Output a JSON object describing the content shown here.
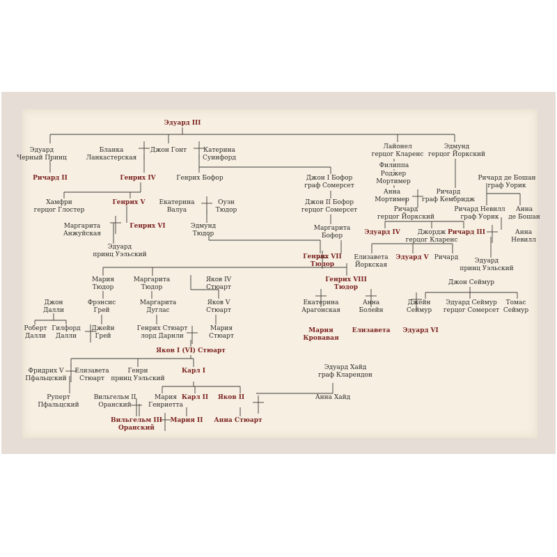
{
  "colors": {
    "paper": "#f6efe2",
    "frame": "#e6ddd6",
    "text": "#2c2a28",
    "royal": "#7a1f1c",
    "line": "#3a3836"
  },
  "people": {
    "edward3": {
      "lines": [
        "Эдуард III"
      ],
      "royal": true
    },
    "edward_bp": {
      "lines": [
        "Эдуард",
        "Черный Принц"
      ]
    },
    "blanche": {
      "lines": [
        "Бланка",
        "Ланкастерская"
      ]
    },
    "john_gaunt": {
      "lines": [
        "Джон Гонт"
      ]
    },
    "katherine_sw": {
      "lines": [
        "Катерина",
        "Суинфорд"
      ]
    },
    "lionel": {
      "lines": [
        "Лайонел",
        "герцог Кларенс"
      ]
    },
    "edmund_york": {
      "lines": [
        "Эдмунд",
        "герцог Йоркский"
      ]
    },
    "richard2": {
      "lines": [
        "Ричард II"
      ],
      "royal": true
    },
    "henry4": {
      "lines": [
        "Генрих IV"
      ],
      "royal": true
    },
    "henry_beaufort": {
      "lines": [
        "Генрих Бофор"
      ]
    },
    "john1_beaufort": {
      "lines": [
        "Джон I Бофор",
        "граф Сомерсет"
      ]
    },
    "philippa": {
      "lines": [
        "Филиппа"
      ]
    },
    "roger_mortimer": {
      "lines": [
        "Роджер",
        "Мортимер"
      ]
    },
    "anne_mortimer": {
      "lines": [
        "Анна",
        "Мортимер"
      ]
    },
    "richard_camb": {
      "lines": [
        "Ричард",
        "граф Кембридж"
      ]
    },
    "richard_bochamp": {
      "lines": [
        "Ричард де Бошан",
        "граф Уорик"
      ]
    },
    "humphrey": {
      "lines": [
        "Хамфри",
        "герцог Глостер"
      ]
    },
    "henry5": {
      "lines": [
        "Генрих V"
      ],
      "royal": true
    },
    "catherine_valois": {
      "lines": [
        "Екатерина",
        "Валуа"
      ]
    },
    "owen_tudor": {
      "lines": [
        "Оуэн",
        "Тюдор"
      ]
    },
    "john2_beaufort": {
      "lines": [
        "Джон II Бофор",
        "герцог Сомерсет"
      ]
    },
    "richard_york": {
      "lines": [
        "Ричард",
        "герцог Йоркский"
      ]
    },
    "richard_neville": {
      "lines": [
        "Ричард Невилл",
        "граф Уорик"
      ]
    },
    "anne_bochamp": {
      "lines": [
        "Анна",
        "де Бошан"
      ]
    },
    "margaret_anjou": {
      "lines": [
        "Маргарита",
        "Анжуйская"
      ]
    },
    "henry6": {
      "lines": [
        "Генрих VI"
      ],
      "royal": true
    },
    "edmund_tudor": {
      "lines": [
        "Эдмунд",
        "Тюдор"
      ]
    },
    "margaret_beaufort": {
      "lines": [
        "Маргарита",
        "Бофор"
      ]
    },
    "edward4": {
      "lines": [
        "Эдуард IV"
      ],
      "royal": true
    },
    "george_clarence": {
      "lines": [
        "Джордж",
        "герцог Кларенс"
      ]
    },
    "richard3": {
      "lines": [
        "Ричард III"
      ],
      "royal": true
    },
    "anne_neville": {
      "lines": [
        "Анна",
        "Невилл"
      ]
    },
    "edward_pw1": {
      "lines": [
        "Эдуард",
        "принц Уэльский"
      ]
    },
    "henry7": {
      "lines": [
        "Генрих VII",
        "Тюдор"
      ],
      "royal": true
    },
    "elizabeth_york": {
      "lines": [
        "Елизавета",
        "Йоркская"
      ]
    },
    "edward5": {
      "lines": [
        "Эдуард V"
      ],
      "royal": true
    },
    "richard_son": {
      "lines": [
        "Ричард"
      ]
    },
    "edward_pw2": {
      "lines": [
        "Эдуард",
        "принц Уэльский"
      ]
    },
    "margaret_tudor1": {
      "lines": [
        "Мария",
        "Тюдор"
      ]
    },
    "margaret_tudor2": {
      "lines": [
        "Маргарита",
        "Тюдор"
      ]
    },
    "james4": {
      "lines": [
        "Яков IV",
        "Стюарт"
      ]
    },
    "henry8": {
      "lines": [
        "Генрих VIII",
        "Тюдор"
      ],
      "royal": true
    },
    "john_seymour": {
      "lines": [
        "Джон Сеймур"
      ]
    },
    "john_dudley": {
      "lines": [
        "Джон",
        "Далли"
      ]
    },
    "frances_grey": {
      "lines": [
        "Фрэнсис",
        "Грей"
      ]
    },
    "margaret_douglas": {
      "lines": [
        "Маргарита",
        "Дуглас"
      ]
    },
    "james5": {
      "lines": [
        "Яков V",
        "Стюарт"
      ]
    },
    "catherine_aragon": {
      "lines": [
        "Екатерина",
        "Арагонская"
      ]
    },
    "anne_boleyn": {
      "lines": [
        "Анна",
        "Болейн"
      ]
    },
    "jane_seymour": {
      "lines": [
        "Джейн",
        "Сеймур"
      ]
    },
    "edward_seymour": {
      "lines": [
        "Эдуард Сеймур",
        "герцог Сомерсет"
      ]
    },
    "thomas_seymour": {
      "lines": [
        "Томас",
        "Сеймур"
      ]
    },
    "robert_dudley": {
      "lines": [
        "Роберт",
        "Далли"
      ]
    },
    "guildford_dudley": {
      "lines": [
        "Гилфорд",
        "Далли"
      ]
    },
    "jane_grey": {
      "lines": [
        "Джейн",
        "Грей"
      ]
    },
    "henry_stuart": {
      "lines": [
        "Генрих Стюарт",
        "лорд Дарнли"
      ]
    },
    "mary_stuart": {
      "lines": [
        "Мария",
        "Стюарт"
      ]
    },
    "mary1": {
      "lines": [
        "Мария",
        "Кровавая"
      ],
      "royal": true
    },
    "elizabeth1": {
      "lines": [
        "Елизавета"
      ],
      "royal": true
    },
    "edward6": {
      "lines": [
        "Эдуард VI"
      ],
      "royal": true
    },
    "james1": {
      "lines": [
        "Яков I (VI) Стюарт"
      ],
      "royal": true
    },
    "frederick5": {
      "lines": [
        "Фридрих V",
        "Пфальцский"
      ]
    },
    "elizabeth_stuart": {
      "lines": [
        "Елизавета",
        "Стюарт"
      ]
    },
    "henry_pw": {
      "lines": [
        "Генри",
        "принц Уэльский"
      ]
    },
    "charles1": {
      "lines": [
        "Карл I"
      ],
      "royal": true
    },
    "edward_hyde": {
      "lines": [
        "Эдуард Хайд",
        "граф Кларендон"
      ]
    },
    "rupert": {
      "lines": [
        "Руперт",
        "Пфальцский"
      ]
    },
    "william2": {
      "lines": [
        "Вильгельм II",
        "Оранский"
      ]
    },
    "henrietta": {
      "lines": [
        "Мария",
        "Генриетта"
      ]
    },
    "charles2": {
      "lines": [
        "Карл II"
      ],
      "royal": true
    },
    "james2": {
      "lines": [
        "Яков II"
      ],
      "royal": true
    },
    "anne_hyde": {
      "lines": [
        "Анна Хайд"
      ]
    },
    "william3": {
      "lines": [
        "Вильгельм III",
        "Оранский"
      ],
      "royal": true
    },
    "mary2": {
      "lines": [
        "Мария II"
      ],
      "royal": true
    },
    "anne_stuart": {
      "lines": [
        "Анна Стюарт"
      ],
      "royal": true
    }
  }
}
